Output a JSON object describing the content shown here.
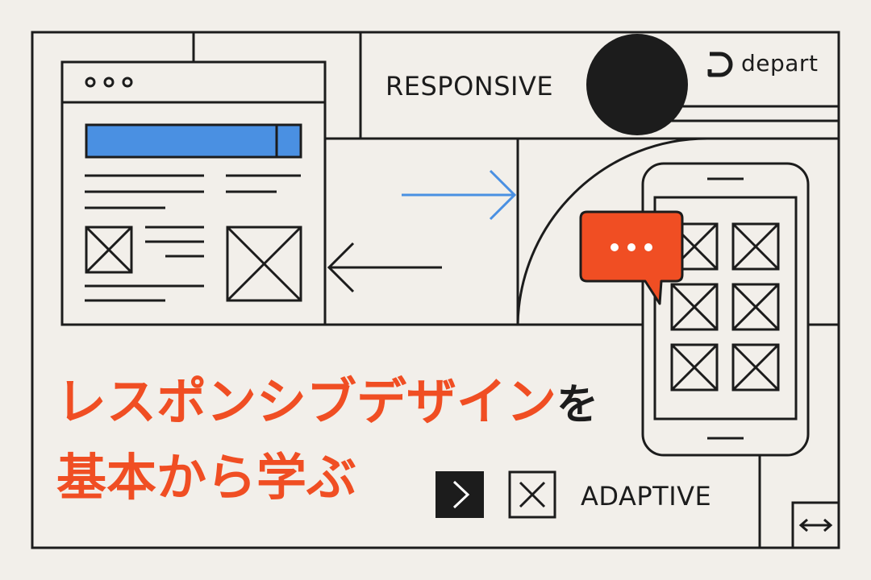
{
  "brand": {
    "name": "depart"
  },
  "labels": {
    "responsive": "RESPONSIVE",
    "adaptive": "ADAPTIVE"
  },
  "title": {
    "line1_accent": "レスポンシブデザイン",
    "line1_suffix": "を",
    "line2": "基本から学ぶ"
  },
  "colors": {
    "background": "#f2efea",
    "ink": "#1c1c1c",
    "accent": "#f04e23",
    "blue": "#4a90e2"
  },
  "icons": [
    "browser-window-icon",
    "smartphone-icon",
    "chat-bubble-icon",
    "arrow-right-icon",
    "arrow-left-icon",
    "chevron-right-icon",
    "close-box-icon",
    "resize-horizontal-icon",
    "depart-logo-icon"
  ]
}
